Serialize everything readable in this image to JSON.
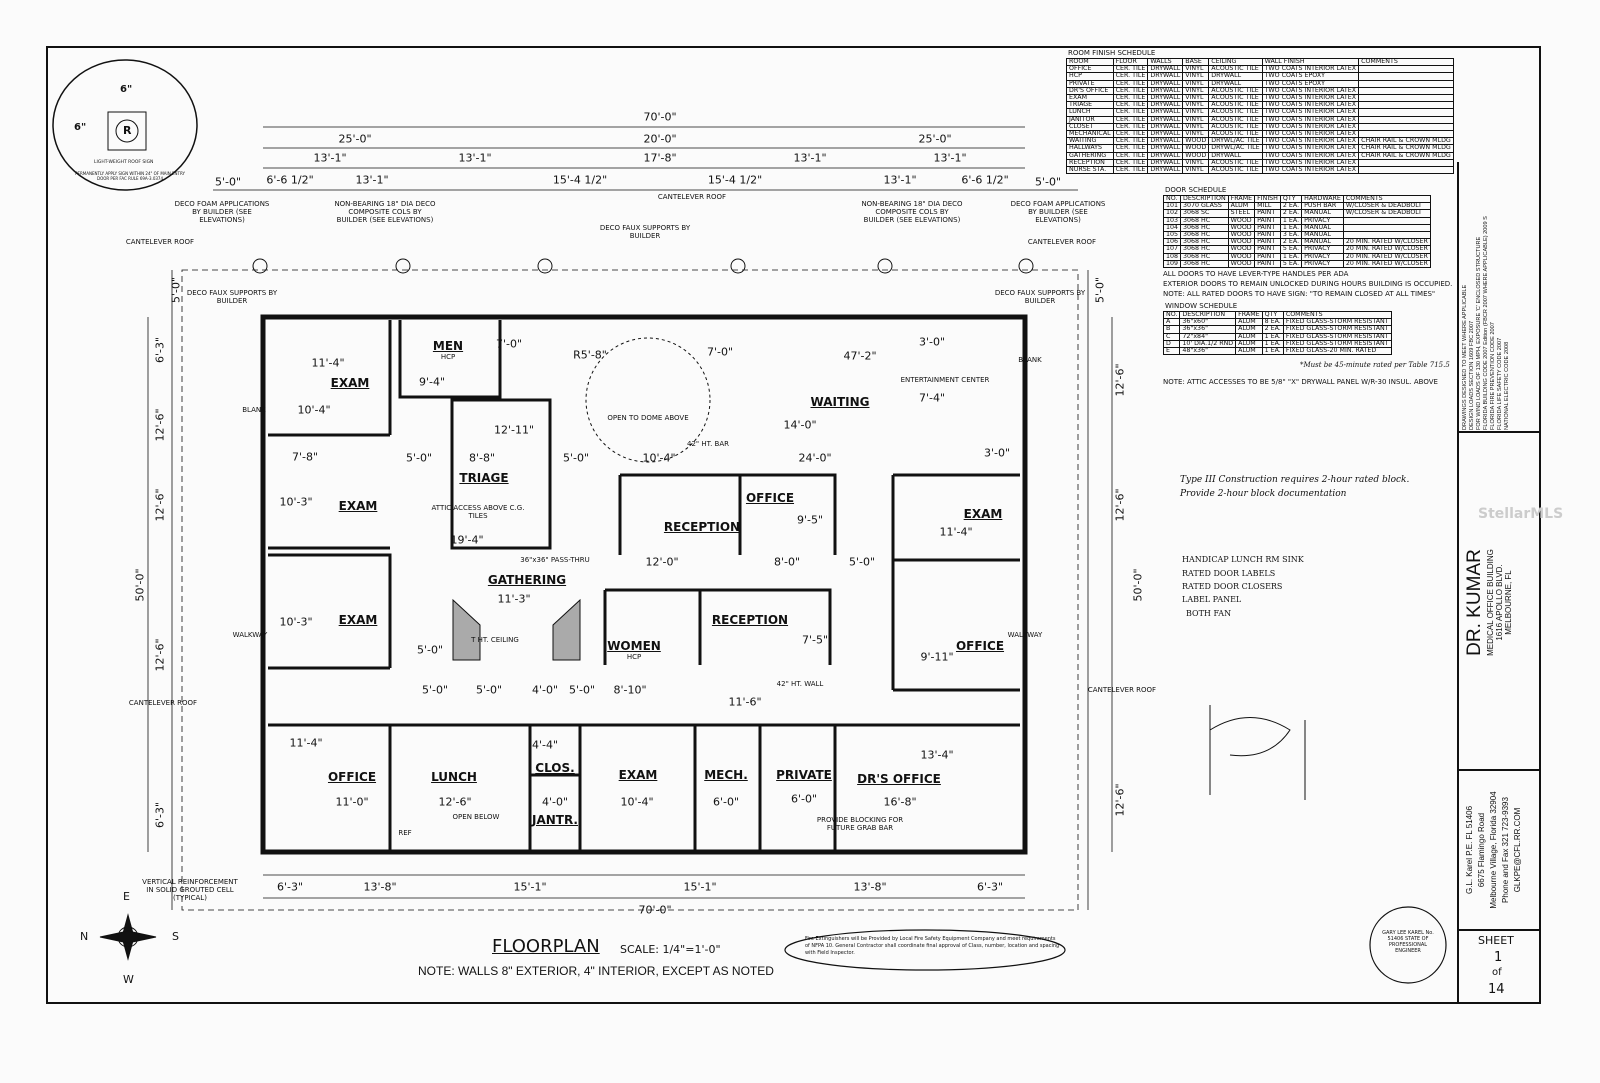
{
  "sign": {
    "width": "6\"",
    "height": "6\"",
    "symbol": "R",
    "label": "LIGHT-WEIGHT ROOF SIGN",
    "note": "PERMANENTLY APPLY SIGN WITHIN 24\" OF MAIN ENTRY DOOR PER FAC RULE 69A-3.0374"
  },
  "rooms": [
    {
      "name": "MEN",
      "sub": "HCP"
    },
    {
      "name": "EXAM"
    },
    {
      "name": "EXAM"
    },
    {
      "name": "EXAM"
    },
    {
      "name": "TRIAGE"
    },
    {
      "name": "GATHERING"
    },
    {
      "name": "RECEPTION"
    },
    {
      "name": "OFFICE"
    },
    {
      "name": "RECEPTION"
    },
    {
      "name": "WOMEN",
      "sub": "HCP"
    },
    {
      "name": "WAITING"
    },
    {
      "name": "EXAM"
    },
    {
      "name": "OFFICE"
    },
    {
      "name": "OFFICE"
    },
    {
      "name": "LUNCH"
    },
    {
      "name": "CLOS."
    },
    {
      "name": "JANTR."
    },
    {
      "name": "EXAM"
    },
    {
      "name": "MECH."
    },
    {
      "name": "PRIVATE"
    },
    {
      "name": "DR'S OFFICE"
    }
  ],
  "dims_top": [
    "70'-0\"",
    "25'-0\"",
    "20'-0\"",
    "25'-0\"",
    "13'-1\"",
    "13'-1\"",
    "17'-8\"",
    "13'-1\"",
    "13'-1\"",
    "6'-6 1/2\"",
    "13'-1\"",
    "15'-4 1/2\"",
    "15'-4 1/2\"",
    "13'-1\"",
    "6'-6 1/2\"",
    "5'-0\"",
    "5'-0\""
  ],
  "dims_bottom": [
    "6'-3\"",
    "13'-8\"",
    "15'-1\"",
    "15'-1\"",
    "13'-8\"",
    "6'-3\"",
    "70'-0\""
  ],
  "dims_side": [
    "50'-0\"",
    "50'-0\"",
    "5'-0\"",
    "5'-0\"",
    "6'-3\"",
    "12'-6\"",
    "12'-6\"",
    "12'-6\"",
    "6'-3\"",
    "12'-6\"",
    "12'-6\"",
    "12'-6\""
  ],
  "dims_interior": [
    "11'-4\"",
    "10'-4\"",
    "9'-4\"",
    "7'-0\"",
    "R5'-8\"",
    "7'-0\"",
    "47'-2\"",
    "3'-0\"",
    "14'-0\"",
    "7'-4\"",
    "7'-8\"",
    "10'-3\"",
    "5'-0\"",
    "8'-8\"",
    "12'-11\"",
    "5'-0\"",
    "10'-4\"",
    "24'-0\"",
    "3'-0\"",
    "19'-4\"",
    "12'-0\"",
    "8'-0\"",
    "9'-5\"",
    "5'-0\"",
    "11'-4\"",
    "10'-3\"",
    "11'-3\"",
    "5'-0\"",
    "7'-5\"",
    "11'-6\"",
    "9'-11\"",
    "5'-0\"",
    "5'-0\"",
    "4'-0\"",
    "5'-0\"",
    "8'-10\"",
    "11'-4\"",
    "11'-0\"",
    "12'-6\"",
    "4'-4\"",
    "4'-0\"",
    "10'-4\"",
    "6'-0\"",
    "6'-0\"",
    "16'-8\"",
    "13'-4\""
  ],
  "annotations": [
    "CANTELEVER ROOF",
    "CANTELEVER ROOF",
    "CANTELEVER ROOF",
    "CANTELEVER ROOF",
    "CANTELEVER ROOF",
    "DECO FOAM APPLICATIONS BY BUILDER (SEE ELEVATIONS)",
    "DECO FOAM APPLICATIONS BY BUILDER (SEE ELEVATIONS)",
    "NON-BEARING 18\" DIA DECO COMPOSITE COLS BY BUILDER (SEE ELEVATIONS)",
    "NON-BEARING 18\" DIA DECO COMPOSITE COLS BY BUILDER (SEE ELEVATIONS)",
    "DECO FAUX SUPPORTS BY BUILDER",
    "DECO FAUX SUPPORTS BY BUILDER",
    "DECO FAUX SUPPORTS BY BUILDER",
    "OPEN TO DOME ABOVE",
    "ENTERTAINMENT CENTER",
    "42\" HT. BAR",
    "36\"x36\" PASS-THRU",
    "42\" HT. WALL",
    "T HT. CEILING",
    "PROVIDE BLOCKING FOR FUTURE GRAB BAR",
    "OPEN BELOW",
    "VERTICAL REINFORCEMENT IN SOLID GROUTED CELL (TYPICAL)",
    "WALKWAY",
    "WALKWAY",
    "BLANK",
    "BLANK",
    "ATTIC ACCESS ABOVE C.G. TILES",
    "REF"
  ],
  "compass": {
    "n": "N",
    "s": "S",
    "e": "E",
    "w": "W"
  },
  "title": {
    "main": "FLOORPLAN",
    "scale": "SCALE: 1/4\"=1'-0\"",
    "note": "NOTE: WALLS 8\" EXTERIOR, 4\" INTERIOR, EXCEPT AS NOTED"
  },
  "fire_note": "Fire Extinguishers will be Provided by Local Fire Safety Equipment Company and meet requirements of NFPA 10. General Contractor shall coordinate final approval of Class, number, location and spacing with Field Inspector.",
  "room_finish": {
    "title": "ROOM FINISH SCHEDULE",
    "headers": [
      "ROOM",
      "FLOOR",
      "WALLS",
      "BASE",
      "CEILING",
      "WALL FINISH",
      "COMMENTS"
    ],
    "rows": [
      [
        "OFFICE",
        "CER. TILE",
        "DRYWALL",
        "VINYL",
        "ACOUSTIC TILE",
        "TWO COATS INTERIOR LATEX",
        ""
      ],
      [
        "HCP",
        "CER. TILE",
        "DRYWALL",
        "VINYL",
        "DRYWALL",
        "TWO COATS EPOXY",
        ""
      ],
      [
        "PRIVATE",
        "CER. TILE",
        "DRYWALL",
        "VINYL",
        "DRYWALL",
        "TWO COATS EPOXY",
        ""
      ],
      [
        "DR'S OFFICE",
        "CER. TILE",
        "DRYWALL",
        "VINYL",
        "ACOUSTIC TILE",
        "TWO COATS INTERIOR LATEX",
        ""
      ],
      [
        "EXAM",
        "CER. TILE",
        "DRYWALL",
        "VINYL",
        "ACOUSTIC TILE",
        "TWO COATS INTERIOR LATEX",
        ""
      ],
      [
        "TRIAGE",
        "CER. TILE",
        "DRYWALL",
        "VINYL",
        "ACOUSTIC TILE",
        "TWO COATS INTERIOR LATEX",
        ""
      ],
      [
        "LUNCH",
        "CER. TILE",
        "DRYWALL",
        "VINYL",
        "ACOUSTIC TILE",
        "TWO COATS INTERIOR LATEX",
        ""
      ],
      [
        "JANITOR",
        "CER. TILE",
        "DRYWALL",
        "VINYL",
        "ACOUSTIC TILE",
        "TWO COATS INTERIOR LATEX",
        ""
      ],
      [
        "CLOSET",
        "CER. TILE",
        "DRYWALL",
        "VINYL",
        "ACOUSTIC TILE",
        "TWO COATS INTERIOR LATEX",
        ""
      ],
      [
        "MECHANICAL",
        "CER. TILE",
        "DRYWALL",
        "VINYL",
        "ACOUSTIC TILE",
        "TWO COATS INTERIOR LATEX",
        ""
      ],
      [
        "WAITING",
        "CER. TILE",
        "DRYWALL",
        "WOOD",
        "DRYWL/AC TILE",
        "TWO COATS INTERIOR LATEX",
        "CHAIR RAIL & CROWN MLDG"
      ],
      [
        "HALLWAYS",
        "CER. TILE",
        "DRYWALL",
        "WOOD",
        "DRYWL/AC TILE",
        "TWO COATS INTERIOR LATEX",
        "CHAIR RAIL & CROWN MLDG"
      ],
      [
        "GATHERING",
        "CER. TILE",
        "DRYWALL",
        "WOOD",
        "DRYWALL",
        "TWO COATS INTERIOR LATEX",
        "CHAIR RAIL & CROWN MLDG"
      ],
      [
        "RECEPTION",
        "CER. TILE",
        "DRYWALL",
        "VINYL",
        "ACOUSTIC TILE",
        "TWO COATS INTERIOR LATEX",
        ""
      ],
      [
        "NURSE STA.",
        "CER. TILE",
        "DRYWALL",
        "VINYL",
        "ACOUSTIC TILE",
        "TWO COATS INTERIOR LATEX",
        ""
      ]
    ]
  },
  "door_schedule": {
    "title": "DOOR SCHEDULE",
    "headers": [
      "NO.",
      "DESCRIPTION",
      "FRAME",
      "FINISH",
      "QTY",
      "HARDWARE",
      "COMMENTS"
    ],
    "rows": [
      [
        "101",
        "3070 GLASS",
        "ALUM",
        "MILL",
        "2 EA.",
        "PUSH BAR",
        "W/CLOSER & DEADBOLT"
      ],
      [
        "102",
        "3068 SC",
        "STEEL",
        "PAINT",
        "2 EA.",
        "MANUAL",
        "W/CLOSER & DEADBOLT"
      ],
      [
        "103",
        "3068 HC",
        "WOOD",
        "PAINT",
        "1 EA.",
        "PRIVACY",
        ""
      ],
      [
        "104",
        "3068 HC",
        "WOOD",
        "PAINT",
        "1 EA.",
        "MANUAL",
        ""
      ],
      [
        "105",
        "3068 HC",
        "WOOD",
        "PAINT",
        "3 EA.",
        "MANUAL",
        ""
      ],
      [
        "106",
        "3068 HC",
        "WOOD",
        "PAINT",
        "2 EA.",
        "MANUAL",
        "20 MIN. RATED W/CLOSER"
      ],
      [
        "107",
        "3068 HC",
        "WOOD",
        "PAINT",
        "5 EA.",
        "PRIVACY",
        "20 MIN. RATED W/CLOSER"
      ],
      [
        "108",
        "3068 HC",
        "WOOD",
        "PAINT",
        "1 EA.",
        "PRIVACY",
        "20 MIN. RATED W/CLOSER"
      ],
      [
        "109",
        "3068 HC",
        "WOOD",
        "PAINT",
        "5 EA.",
        "PRIVACY",
        "20 MIN. RATED W/CLOSER"
      ]
    ],
    "notes": [
      "ALL DOORS TO HAVE LEVER-TYPE HANDLES PER ADA",
      "EXTERIOR DOORS TO REMAIN UNLOCKED DURING HOURS BUILDING IS OCCUPIED.",
      "NOTE: ALL RATED DOORS TO HAVE SIGN: \"TO REMAIN CLOSED AT ALL TIMES\""
    ]
  },
  "window_schedule": {
    "title": "WINDOW SCHEDULE",
    "headers": [
      "NO.",
      "DESCRIPTION",
      "FRAME",
      "QTY",
      "COMMENTS"
    ],
    "rows": [
      [
        "A",
        "36\"x60\"",
        "ALUM",
        "8 EA.",
        "FIXED GLASS-STORM RESISTANT"
      ],
      [
        "B",
        "36\"x36\"",
        "ALUM",
        "2 EA.",
        "FIXED GLASS-STORM RESISTANT"
      ],
      [
        "C",
        "72\"x84\"",
        "ALUM",
        "1 EA.",
        "FIXED GLASS-STORM RESISTANT"
      ],
      [
        "D",
        "10' DIA.1/2 RND",
        "ALUM",
        "1 EA.",
        "FIXED GLASS-STORM RESISTANT"
      ],
      [
        "E",
        "48\"x36\"",
        "ALUM",
        "1 EA.",
        "FIXED GLASS-20 MIN. RATED"
      ]
    ],
    "handnote": "*Must be 45-minute rated per Table 715.5",
    "attic_note": "NOTE: ATTIC ACCESSES TO BE 5/8\" \"X\" DRYWALL PANEL W/R-30 INSUL. ABOVE"
  },
  "hand_notes": [
    "Type III Construction requires 2-hour rated block.",
    "Provide 2-hour block documentation",
    "HANDICAP LUNCH RM SINK",
    "RATED DOOR LABELS",
    "RATED DOOR CLOSERS",
    "LABEL PANEL",
    "BOTH FAN"
  ],
  "title_block": {
    "code_notes": [
      "DRAWINGS DESIGNED TO MEET WHERE APPLICABLE",
      "DESIGN LOADS SECTION 1609 FBC 2007",
      "FOR WIND LOADS OF 130 MPH, EXPOSURE 'C' ENCLOSED STRUCTURE",
      "FLORIDA BUILDING CODE 2007 Edition (FBCR 2007 WHERE APPLICABLE) 2009 S",
      "FLORIDA FIRE PREVENTION CODE 2007",
      "FLORIDA LIFE SAFETY CODE 2007",
      "NATIONAL ELECTRIC CODE 2008"
    ],
    "watermark": "StellarMLS",
    "client": "DR. KUMAR",
    "project": "MEDICAL OFFICE BUILDING",
    "address1": "1616 APOLLO BLVD.",
    "address2": "MELBOURNE, FL",
    "engineer": [
      "G.L. Karel P.E. FL 51406",
      "6675 Flamingo Road",
      "Melbourne Village, Florida 32904",
      "Phone and Fax 321 723-9393",
      "GLKPE@CFL.RR.COM"
    ],
    "seal": "GARY LEE KAREL No. 51406 STATE OF PROFESSIONAL ENGINEER",
    "sheet_label": "SHEET",
    "sheet_no": "1",
    "of": "of",
    "sheet_total": "14"
  }
}
